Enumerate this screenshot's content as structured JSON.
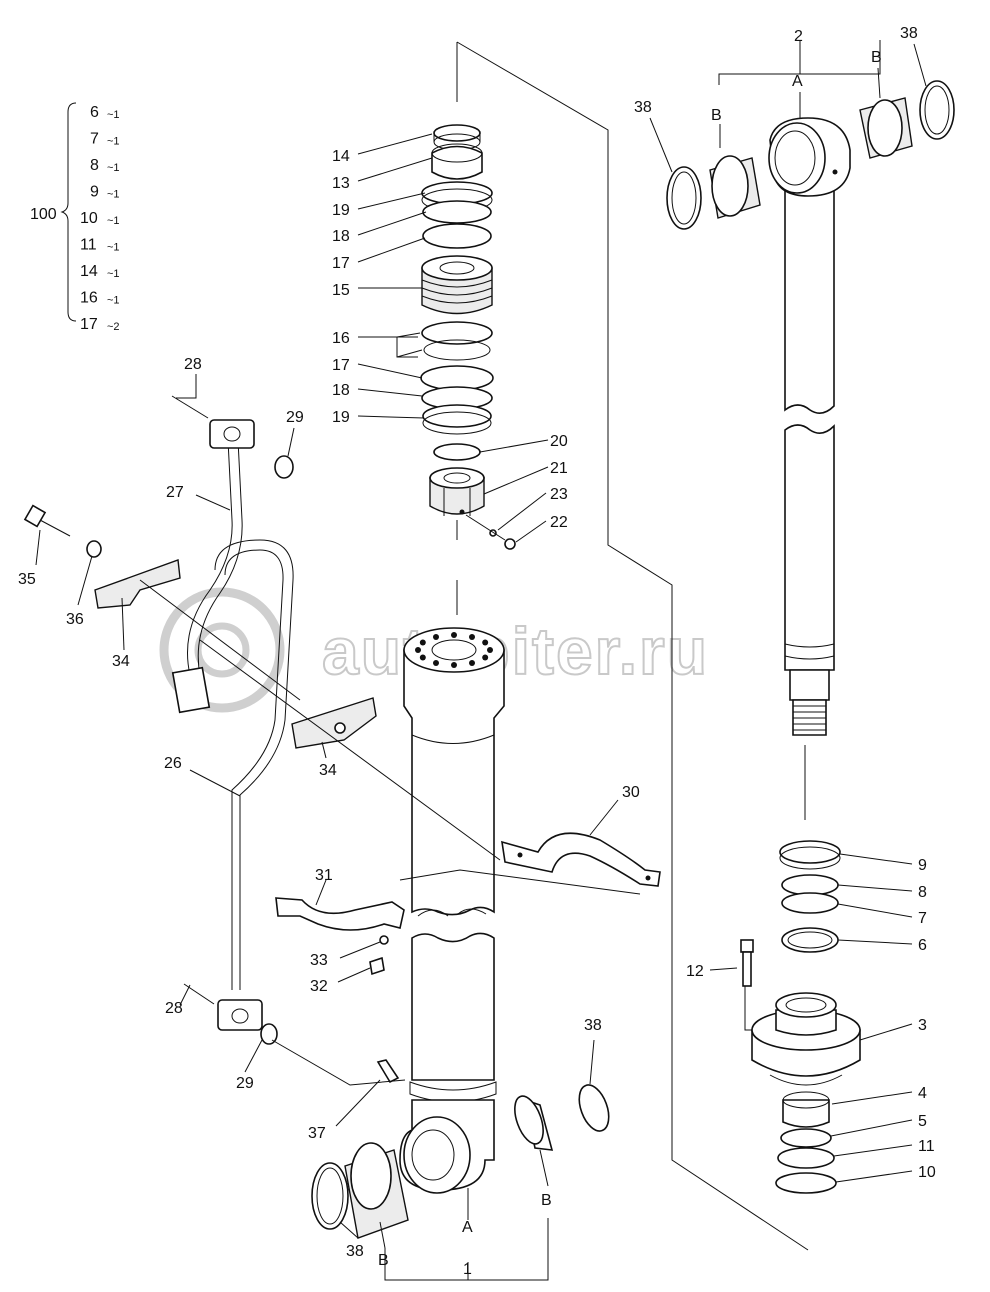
{
  "watermark": "autopiter.ru",
  "kit": {
    "number": "100",
    "items": [
      {
        "part": "6",
        "qty": "~1"
      },
      {
        "part": "7",
        "qty": "~1"
      },
      {
        "part": "8",
        "qty": "~1"
      },
      {
        "part": "9",
        "qty": "~1"
      },
      {
        "part": "10",
        "qty": "~1"
      },
      {
        "part": "11",
        "qty": "~1"
      },
      {
        "part": "14",
        "qty": "~1"
      },
      {
        "part": "16",
        "qty": "~1"
      },
      {
        "part": "17",
        "qty": "~2"
      }
    ]
  },
  "callouts": {
    "c1": "1",
    "c2": "2",
    "c3": "3",
    "c4": "4",
    "c5": "5",
    "c6": "6",
    "c7": "7",
    "c8": "8",
    "c9": "9",
    "c10": "10",
    "c11": "11",
    "c12": "12",
    "c13": "13",
    "c14": "14",
    "c15": "15",
    "c16": "16",
    "c17a": "17",
    "c17b": "17",
    "c18a": "18",
    "c18b": "18",
    "c19a": "19",
    "c19b": "19",
    "c20": "20",
    "c21": "21",
    "c22": "22",
    "c23": "23",
    "c26": "26",
    "c27": "27",
    "c28a": "28",
    "c28b": "28",
    "c29a": "29",
    "c29b": "29",
    "c30": "30",
    "c31": "31",
    "c32": "32",
    "c33": "33",
    "c34a": "34",
    "c34b": "34",
    "c35": "35",
    "c36": "36",
    "c37": "37",
    "c38a": "38",
    "c38b": "38",
    "c38c": "38",
    "c38d": "38",
    "A1": "A",
    "B1a": "B",
    "B1b": "B",
    "A2": "A",
    "B2a": "B",
    "B2b": "B"
  }
}
